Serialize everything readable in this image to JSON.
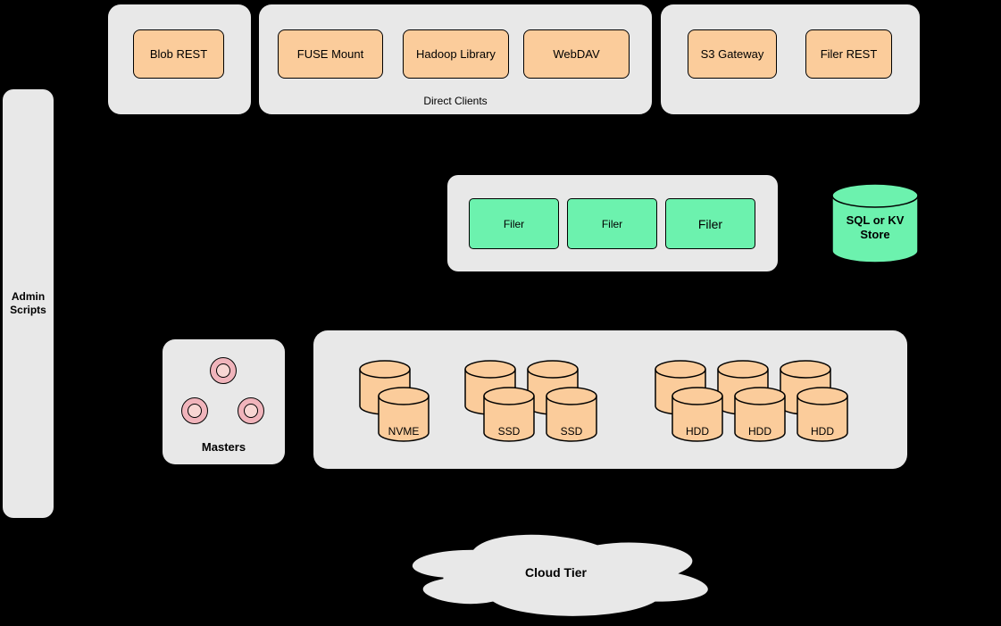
{
  "colors": {
    "background": "#000000",
    "container_fill": "#E8E8E8",
    "node_orange": "#FBCC9B",
    "node_green": "#6CF2AE",
    "pink_outer": "#F0B4BB",
    "pink_inner": "#F8D6D3"
  },
  "diagram": {
    "top_groups": {
      "blob": {
        "buttons": [
          "Blob REST"
        ]
      },
      "direct_clients": {
        "label": "Direct Clients",
        "buttons": [
          "FUSE Mount",
          "Hadoop Library",
          "WebDAV"
        ]
      },
      "gateway": {
        "buttons": [
          "S3 Gateway",
          "Filer REST"
        ]
      }
    },
    "admin_bar": {
      "line1": "Admin",
      "line2": "Scripts"
    },
    "filer_group": {
      "filers": [
        "Filer",
        "Filer",
        "Filer"
      ]
    },
    "sql_store": {
      "line1": "SQL or KV",
      "line2": "Store"
    },
    "masters": {
      "label": "Masters"
    },
    "volumes": {
      "nvme_label": "NVME",
      "ssd_labels": [
        "SSD",
        "SSD"
      ],
      "hdd_labels": [
        "HDD",
        "HDD",
        "HDD"
      ]
    },
    "cloud": {
      "label": "Cloud Tier"
    }
  }
}
